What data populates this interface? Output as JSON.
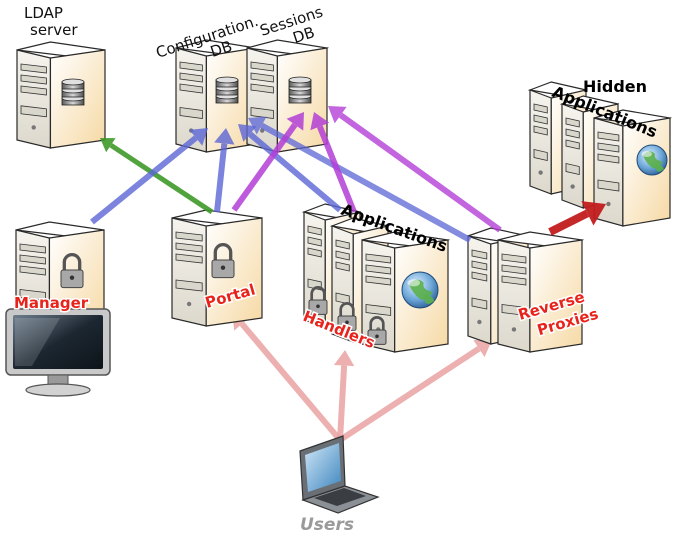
{
  "labels": {
    "ldap_server": [
      "LDAP",
      "server"
    ],
    "configuration_db": [
      "Configuration.",
      "DB"
    ],
    "sessions_db": [
      "Sessions",
      "DB"
    ],
    "hidden_applications": [
      "Hidden",
      "Applications"
    ],
    "manager": "Manager",
    "portal": "Portal",
    "applications": "Applications",
    "handlers": "Handlers",
    "reverse_proxies": [
      "Reverse",
      "Proxies"
    ],
    "users": "Users"
  },
  "colors": {
    "ldap_link": "#3f9a2a",
    "config_link": "#5c66d6",
    "session_link": "#b33fd6",
    "hidden_link": "#c21d1d",
    "user_link": "#eaa3a3",
    "server_face": "#f4f0e6",
    "server_side": "#f7ddb0",
    "label_red": "#e8231b"
  },
  "icons": {
    "server": "server-tower-icon",
    "database": "database-icon",
    "lock": "padlock-icon",
    "globe": "globe-icon",
    "monitor": "monitor-icon",
    "laptop": "laptop-icon"
  }
}
